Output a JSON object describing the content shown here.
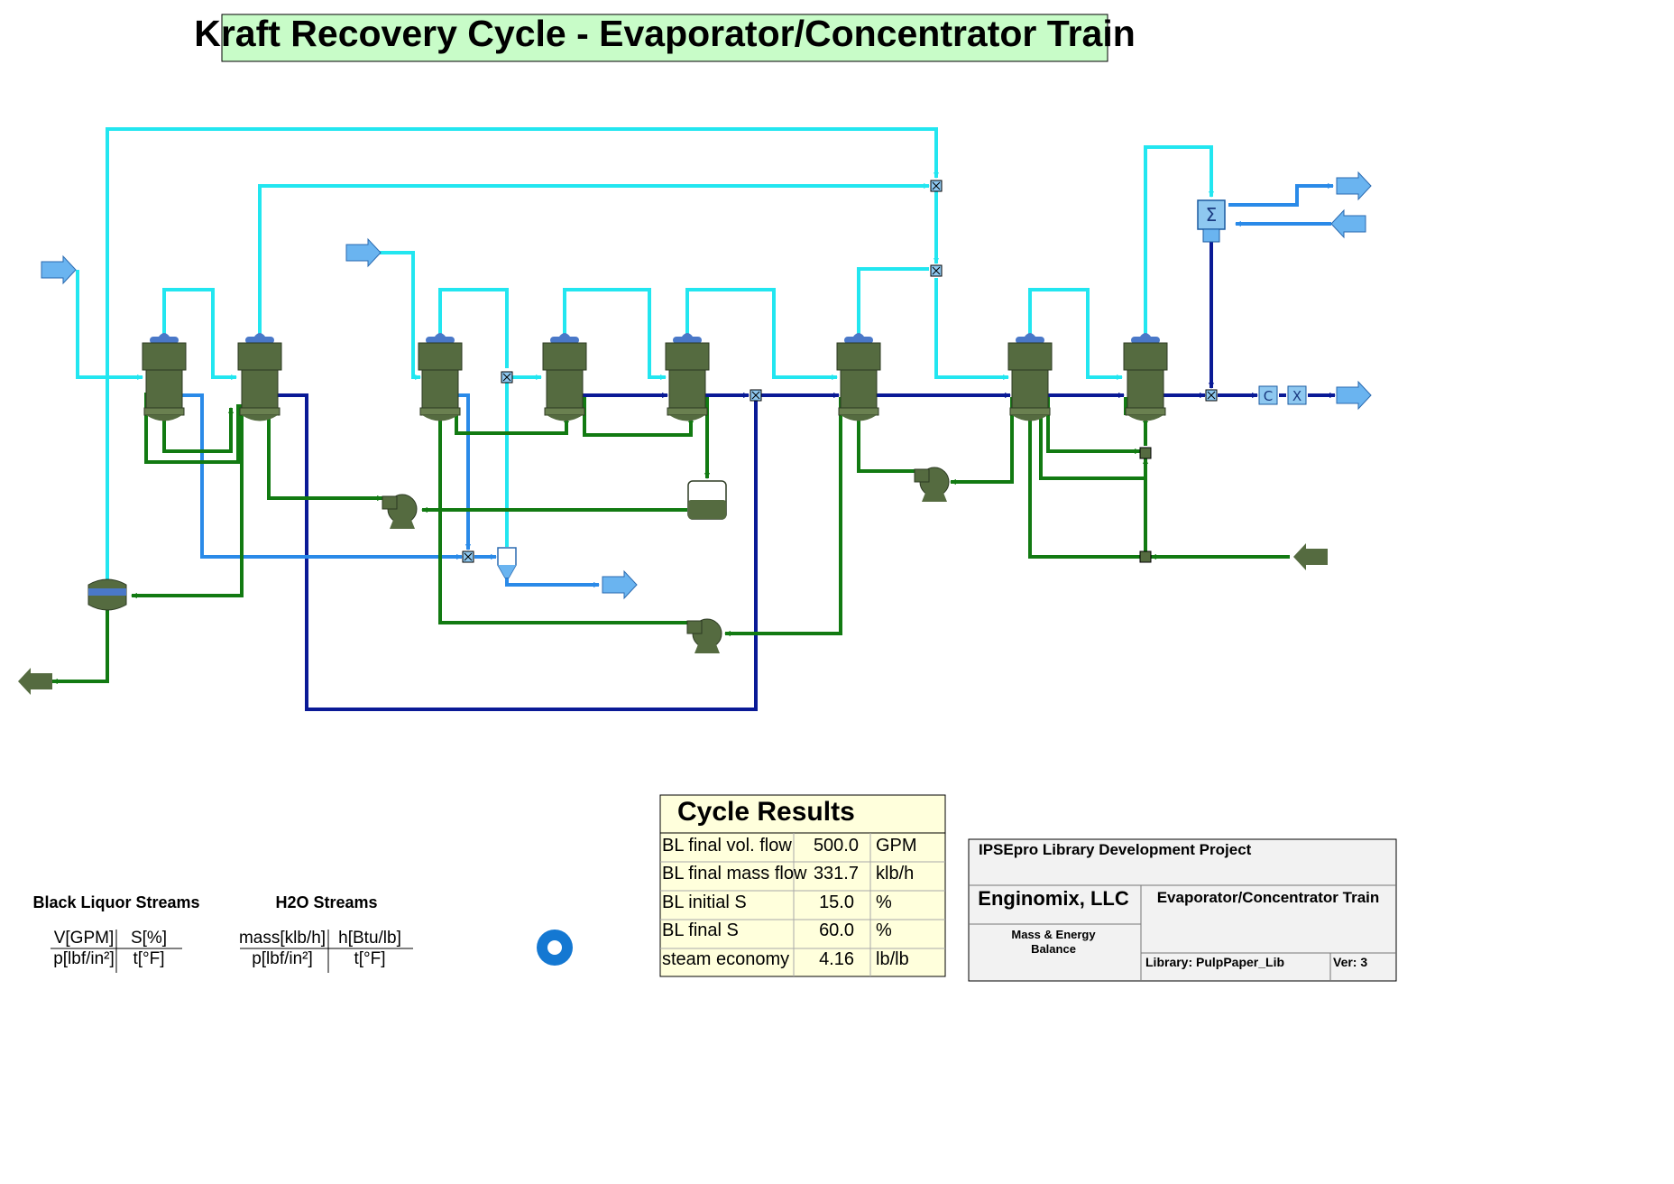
{
  "title": "Kraft Recovery Cycle - Evaporator/Concentrator Train",
  "colors": {
    "vapor": "#22e6f0",
    "steam_dark": "#0a1a96",
    "water": "#2a8ae8",
    "liquor": "#127a12",
    "equipment": "#556b40",
    "title_bg": "#c8fcc8",
    "results_bg": "#ffffdc",
    "titleblock_bg": "#f2f2f2",
    "marker": "#1478d2"
  },
  "icons": [
    "evaporator-body-icon",
    "pump-icon",
    "mixer-icon",
    "splitter-icon",
    "tank-icon",
    "flash-tank-icon",
    "condenser-icon",
    "controller-icon",
    "inlet-arrow-icon",
    "outlet-arrow-icon"
  ],
  "cycle_results": {
    "title": "Cycle Results",
    "rows": [
      {
        "label": "BL final vol. flow",
        "value": "500.0",
        "unit": "GPM"
      },
      {
        "label": "BL final mass flow",
        "value": "331.7",
        "unit": "klb/h"
      },
      {
        "label": "BL initial S",
        "value": "15.0",
        "unit": "%"
      },
      {
        "label": "BL final S",
        "value": "60.0",
        "unit": "%"
      },
      {
        "label": "steam economy",
        "value": "4.16",
        "unit": "lb/lb"
      }
    ]
  },
  "legend": {
    "black_liquor": {
      "title": "Black Liquor Streams",
      "tl": "V[GPM]",
      "tr": "S[%]",
      "bl": "p[lbf/in²]",
      "br": "t[°F]"
    },
    "h2o": {
      "title": "H2O Streams",
      "tl": "mass[klb/h]",
      "tr": "h[Btu/lb]",
      "bl": "p[lbf/in²]",
      "br": "t[°F]"
    }
  },
  "title_block": {
    "project": "IPSEpro Library Development Project",
    "company": "Enginomix, LLC",
    "drawing": "Evaporator/Concentrator Train",
    "subtitle_line1": "Mass & Energy",
    "subtitle_line2": "Balance",
    "library": "Library: PulpPaper_Lib",
    "version": "Ver:  3"
  }
}
